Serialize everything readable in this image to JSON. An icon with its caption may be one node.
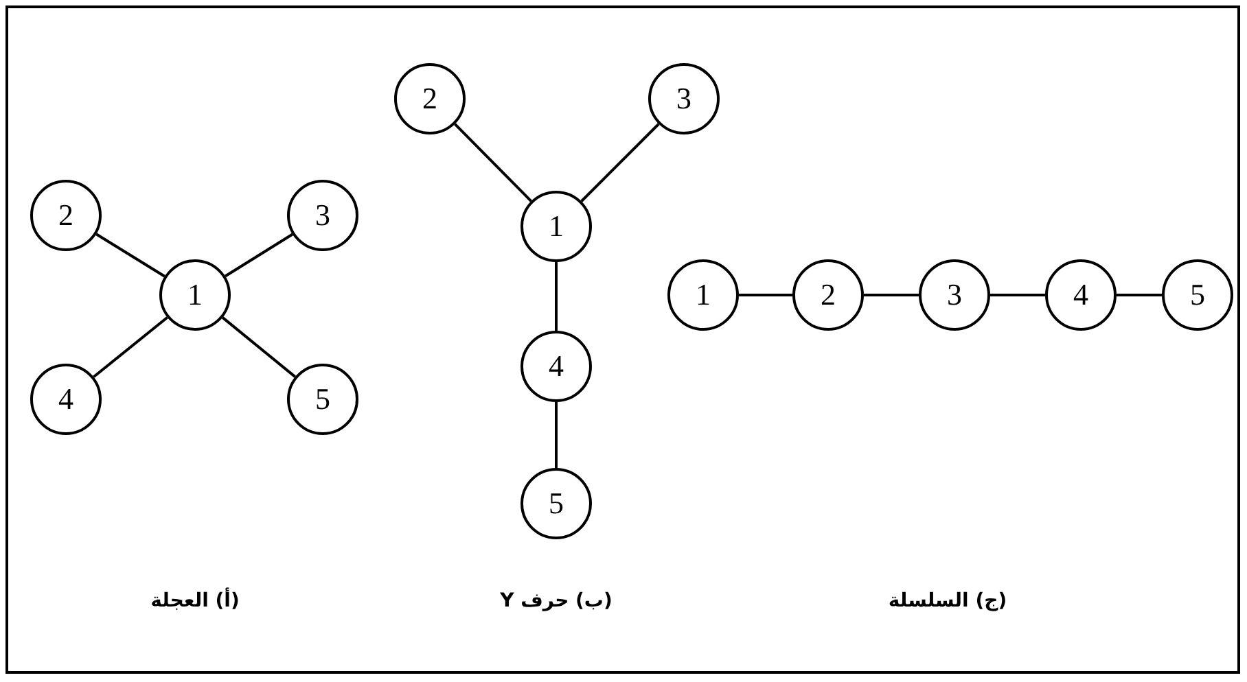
{
  "diagram": {
    "nodes": [
      {
        "text": [
          "1"
        ]
      },
      {
        "text": [
          "2"
        ]
      },
      {
        "text": [
          "3"
        ]
      },
      {
        "text": [
          "4"
        ]
      },
      {
        "text": [
          "5"
        ]
      },
      {
        "text": [
          "1"
        ]
      },
      {
        "text": [
          "2"
        ]
      },
      {
        "text": [
          "3"
        ]
      },
      {
        "text": [
          "4"
        ]
      },
      {
        "text": [
          "5"
        ]
      },
      {
        "text": [
          "1"
        ]
      },
      {
        "text": [
          "2"
        ]
      },
      {
        "text": [
          "3"
        ]
      },
      {
        "text": [
          "4"
        ]
      },
      {
        "text": [
          "5"
        ]
      }
    ],
    "edges": [
      {
        "from": 0,
        "to": 1,
        "arrow": "none"
      },
      {
        "from": 0,
        "to": 2,
        "arrow": "none"
      },
      {
        "from": 0,
        "to": 3,
        "arrow": "none"
      },
      {
        "from": 0,
        "to": 4,
        "arrow": "none"
      },
      {
        "from": 5,
        "to": 6,
        "arrow": "none"
      },
      {
        "from": 5,
        "to": 7,
        "arrow": "none"
      },
      {
        "from": 5,
        "to": 8,
        "arrow": "none"
      },
      {
        "from": 8,
        "to": 9,
        "arrow": "none"
      },
      {
        "from": 10,
        "to": 11,
        "arrow": "none"
      },
      {
        "from": 11,
        "to": 12,
        "arrow": "none"
      },
      {
        "from": 12,
        "to": 13,
        "arrow": "none"
      },
      {
        "from": 13,
        "to": 14,
        "arrow": "none"
      }
    ],
    "labels": [
      "(أ) العجلة",
      "(ب) حرف Y",
      "(ج) السلسلة"
    ]
  }
}
